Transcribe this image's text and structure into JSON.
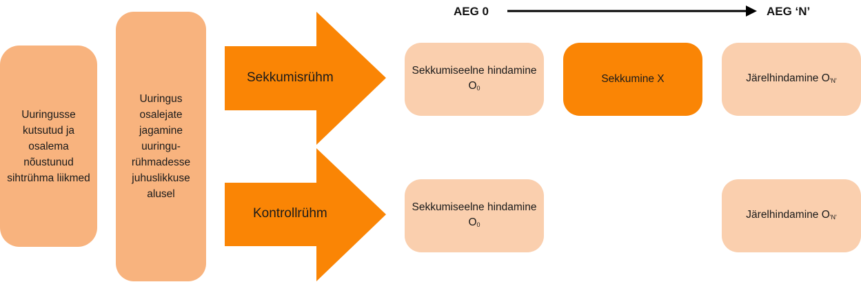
{
  "colors": {
    "light_orange": "#F8B37E",
    "pale_orange": "#FACFAE",
    "bright_orange": "#FA8505",
    "arrow_orange": "#FA8505",
    "timeline": "#000000"
  },
  "timeline": {
    "start_label": "AEG 0",
    "end_label": "AEG ‘N’"
  },
  "left_boxes": {
    "invited": "Uuringusse kutsutud ja osalema nõustunud sihtrühma liikmed",
    "randomization": "Uuringus osalejate jagamine uuringu-rühmadesse juhuslikkuse alusel"
  },
  "groups": {
    "intervention": {
      "label": "Sekkumisrühm",
      "pre": {
        "text": "Sekkumiseelne hindamine O",
        "sub": "0"
      },
      "intervention": "Sekkumine X",
      "post": {
        "text": "Järelhindamine O",
        "sub": "'N'"
      }
    },
    "control": {
      "label": "Kontrollrühm",
      "pre": {
        "text": "Sekkumiseelne hindamine O",
        "sub": "0"
      },
      "post": {
        "text": "Järelhindamine O",
        "sub": "'N'"
      }
    }
  }
}
